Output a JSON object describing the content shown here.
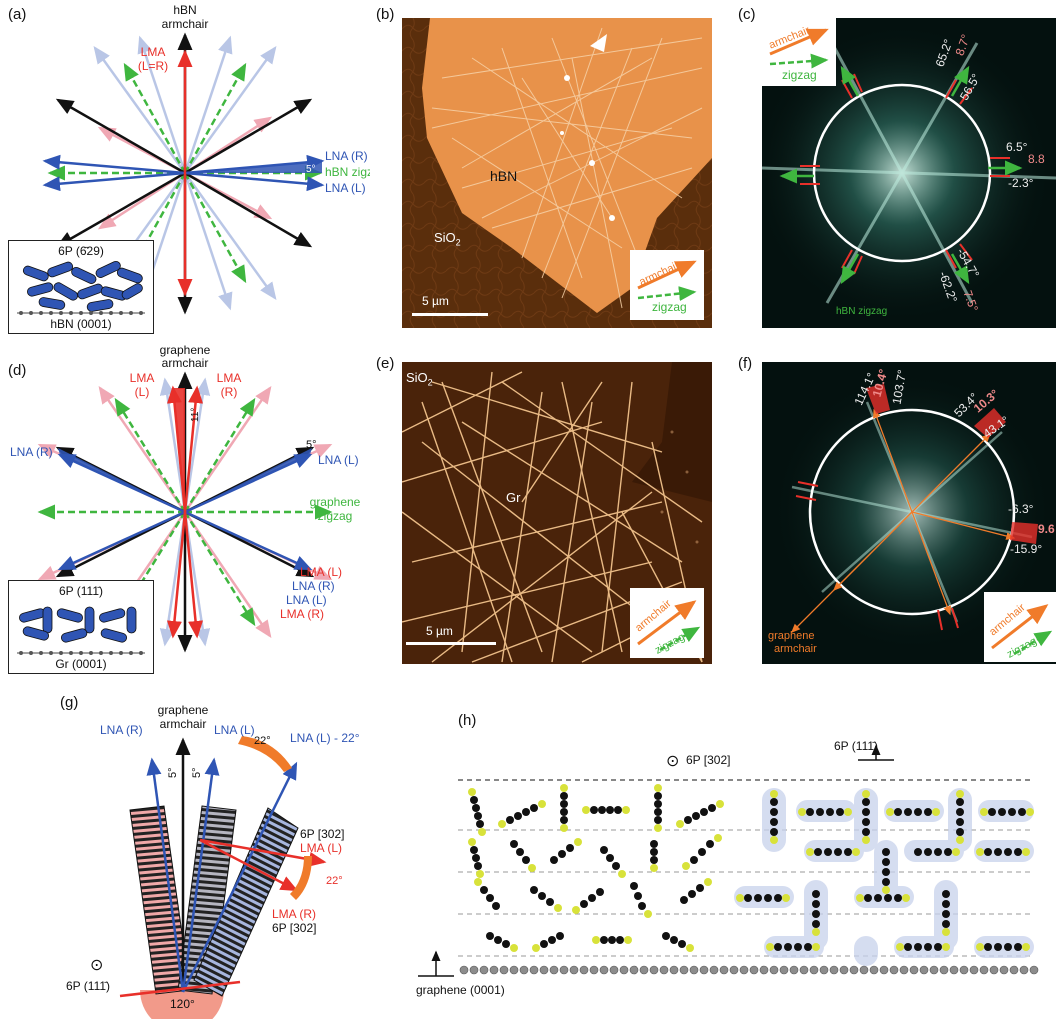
{
  "colors": {
    "red": "#e8302a",
    "blue": "#2f55b4",
    "lightblue": "#b9c6e6",
    "green": "#3fb63f",
    "pink": "#f0a8b4",
    "black": "#111111",
    "orange": "#f07b2a",
    "afm_dark": "#5a2e0c",
    "afm_light": "#e8924a",
    "fft_bg": "#04110f"
  },
  "panel_a": {
    "label": "(a)",
    "top_label_1": "hBN",
    "top_label_2": "armchair",
    "lma_1": "LMA",
    "lma_2": "(L=R)",
    "lna_r": "LNA (R)",
    "hbn_zigzag": "hBN zigzag",
    "lna_l": "LNA (L)",
    "angle": "5°",
    "inset_top": "6P (6̄29)",
    "inset_bottom": "hBN (0001)"
  },
  "panel_b": {
    "label": "(b)",
    "hbn": "hBN",
    "sio2": "SiO",
    "sio2_sub": "2",
    "scalebar": "5 µm",
    "armchair": "armchair",
    "zigzag": "zigzag"
  },
  "panel_c": {
    "label": "(c)",
    "armchair": "armchair",
    "zigzag": "zigzag",
    "a1": "65.2°",
    "a2": "8.7°",
    "a3": "56.5°",
    "a4": "6.5°",
    "a5": "8.8",
    "a6": "-2.3°",
    "a7": "-54.7°",
    "a8": "-62.2°",
    "a9": "7.5°",
    "hbn_zigzag": "hBN zigzag"
  },
  "panel_d": {
    "label": "(d)",
    "top_label_1": "graphene",
    "top_label_2": "armchair",
    "lma_l_1": "LMA",
    "lma_l_2": "(L)",
    "lma_r_1": "LMA",
    "lma_r_2": "(R)",
    "angle_11": "11°",
    "angle_5": "5°",
    "lna_r": "LNA (R)",
    "lna_l": "LNA (L)",
    "gz_1": "graphene",
    "gz_2": "zigzag",
    "lma_l_b": "LMA (L)",
    "lna_r_b": "LNA (R)",
    "lna_l_b": "LNA (L)",
    "lma_r_b": "LMA (R)",
    "inset_top": "6P (111̄)",
    "inset_bottom": "Gr (0001)"
  },
  "panel_e": {
    "label": "(e)",
    "sio2": "SiO",
    "sio2_sub": "2",
    "gr": "Gr",
    "scalebar": "5 µm",
    "armchair": "armchair",
    "zigzag": "zigzag"
  },
  "panel_f": {
    "label": "(f)",
    "a1": "114.1°",
    "a2": "10.4°",
    "a3": "103.7°",
    "a4": "53.4°",
    "a5": "10.3°",
    "a6": "43.1°",
    "a7": "-6.3°",
    "a8": "9.6",
    "a9": "-15.9°",
    "ga_1": "graphene",
    "ga_2": "armchair",
    "armchair": "armchair",
    "zigzag": "zigzag"
  },
  "panel_g": {
    "label": "(g)",
    "top_1": "graphene",
    "top_2": "armchair",
    "lna_r": "LNA (R)",
    "lna_l": "LNA (L)",
    "lna_l_22": "LNA (L) - 22°",
    "a5a": "5°",
    "a5b": "5°",
    "a22a": "22°",
    "p302a": "6P [302]",
    "lma_l": "LMA (L)",
    "a22b": "22°",
    "lma_r": "LMA (R)",
    "p302b": "6P [302]",
    "odot": "⊙",
    "p111": "6P (111̄)",
    "a120": "120°"
  },
  "panel_h": {
    "label": "(h)",
    "odot": "⊙",
    "p302": "6P [302]",
    "p111": "6P (111̄)",
    "graphene": "graphene (0001)"
  }
}
